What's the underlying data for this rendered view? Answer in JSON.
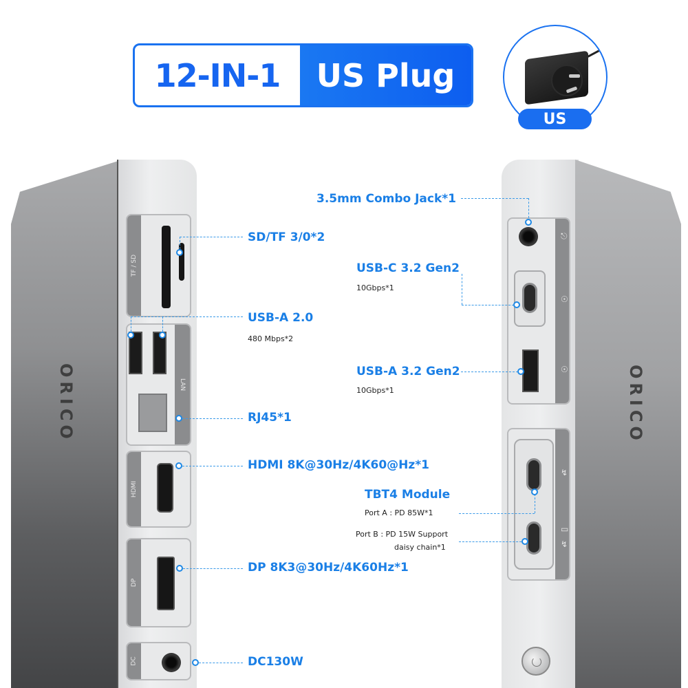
{
  "header": {
    "badge_left": "12-IN-1",
    "badge_right": "US Plug",
    "plug_tag": "US"
  },
  "colors": {
    "accent_blue": "#1a72f0",
    "label_blue": "#1a7fe6",
    "text_dark": "#222222"
  },
  "left_device": {
    "panel_labels": {
      "sd": "TF / SD",
      "lan": "LAN",
      "hdmi": "HDMI",
      "dp": "DP",
      "dc": "DC"
    },
    "brand": "ORICO",
    "ports": [
      {
        "title": "SD/TF 3/0*2",
        "subtitle": ""
      },
      {
        "title": "USB-A 2.0",
        "subtitle": "480 Mbps*2"
      },
      {
        "title": "RJ45*1",
        "subtitle": ""
      },
      {
        "title": "HDMI 8K@30Hz/4K60@Hz*1",
        "subtitle": ""
      },
      {
        "title": "DP 8K3@30Hz/4K60Hz*1",
        "subtitle": ""
      },
      {
        "title": "DC130W",
        "subtitle": ""
      }
    ]
  },
  "right_device": {
    "brand": "ORICO",
    "ports": [
      {
        "title": "3.5mm Combo Jack*1",
        "subtitle": ""
      },
      {
        "title": "USB-C 3.2 Gen2",
        "subtitle": "10Gbps*1"
      },
      {
        "title": "USB-A 3.2 Gen2",
        "subtitle": "10Gbps*1"
      }
    ],
    "tbt4": {
      "title": "TBT4 Module",
      "port_a": "Port A : PD 85W*1",
      "port_b_line1": "Port B : PD 15W Support",
      "port_b_line2": "daisy chain*1"
    },
    "icons": {
      "headset": "headset-icon",
      "usb_10g": "usb-10gbps-icon",
      "thunderbolt": "thunderbolt-icon",
      "display": "display-icon",
      "power": "power-icon"
    }
  }
}
